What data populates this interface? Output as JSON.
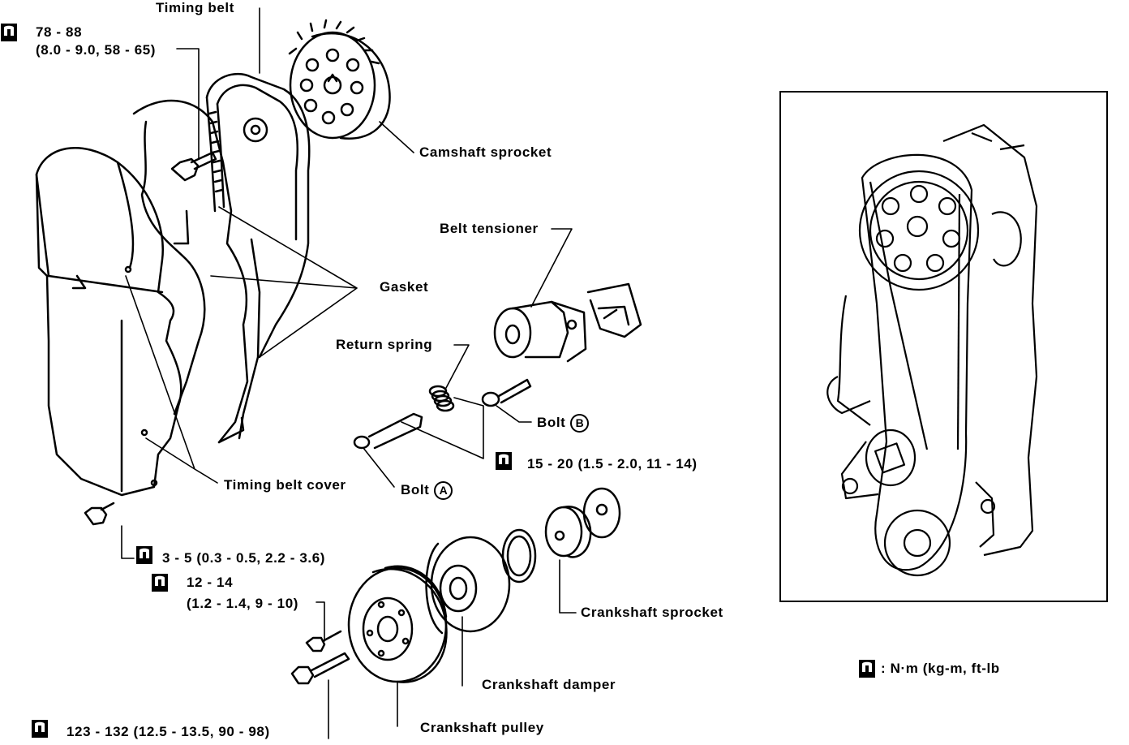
{
  "labels": {
    "timing_belt": "Timing belt",
    "camshaft_sprocket": "Camshaft sprocket",
    "belt_tensioner": "Belt tensioner",
    "gasket": "Gasket",
    "return_spring": "Return spring",
    "bolt_b": "Bolt",
    "bolt_b_letter": "B",
    "bolt_a": "Bolt",
    "bolt_a_letter": "A",
    "timing_belt_cover": "Timing belt cover",
    "crankshaft_sprocket": "Crankshaft sprocket",
    "crankshaft_damper": "Crankshaft damper",
    "crankshaft_pulley": "Crankshaft pulley"
  },
  "torques": {
    "cam_bolt_line1": "78 - 88",
    "cam_bolt_line2": "(8.0 - 9.0, 58 - 65)",
    "tensioner_bolts": "15 - 20 (1.5 - 2.0, 11 - 14)",
    "cover_bolt": "3 - 5 (0.3 - 0.5, 2.2 - 3.6)",
    "pulley_small_line1": "12 - 14",
    "pulley_small_line2": "(1.2 - 1.4, 9 - 10)",
    "pulley_bolt": "123 - 132 (12.5 - 13.5, 90 - 98)"
  },
  "legend": {
    "units": ": N·m (kg-m, ft-lb"
  },
  "icons": {
    "torque": "torque-wrench-icon"
  }
}
